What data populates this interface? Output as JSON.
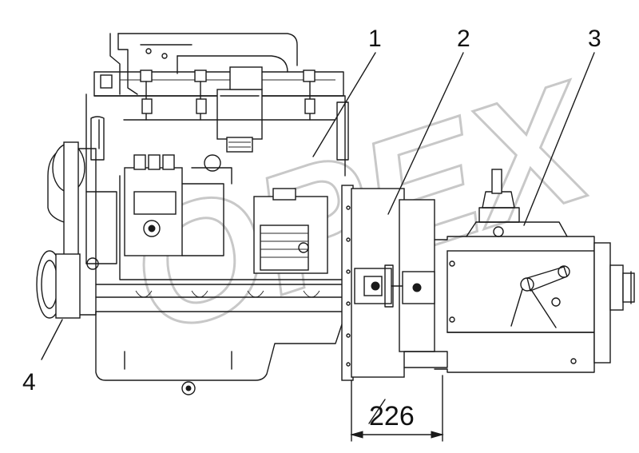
{
  "diagram": {
    "callouts": [
      {
        "id": "1",
        "label": "1"
      },
      {
        "id": "2",
        "label": "2"
      },
      {
        "id": "3",
        "label": "3"
      },
      {
        "id": "4",
        "label": "4"
      }
    ],
    "dimension": {
      "value": "226"
    },
    "watermark_text": "OPEX"
  }
}
